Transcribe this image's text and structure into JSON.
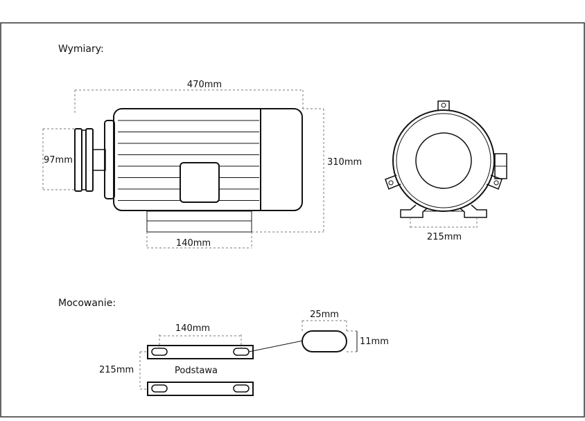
{
  "headings": {
    "dimensions": "Wymiary:",
    "mounting": "Mocowanie:"
  },
  "side_view": {
    "length_label": "470mm",
    "pulley_label": "97mm",
    "height_label": "310mm",
    "base_label": "140mm"
  },
  "front_view": {
    "width_label": "215mm"
  },
  "mounting_view": {
    "spacing_label": "140mm",
    "depth_label": "215mm",
    "base_name": "Podstawa",
    "slot_width_label": "25mm",
    "slot_height_label": "11mm"
  },
  "colors": {
    "line": "#111111",
    "dimension_line": "#777777",
    "background": "#ffffff"
  }
}
